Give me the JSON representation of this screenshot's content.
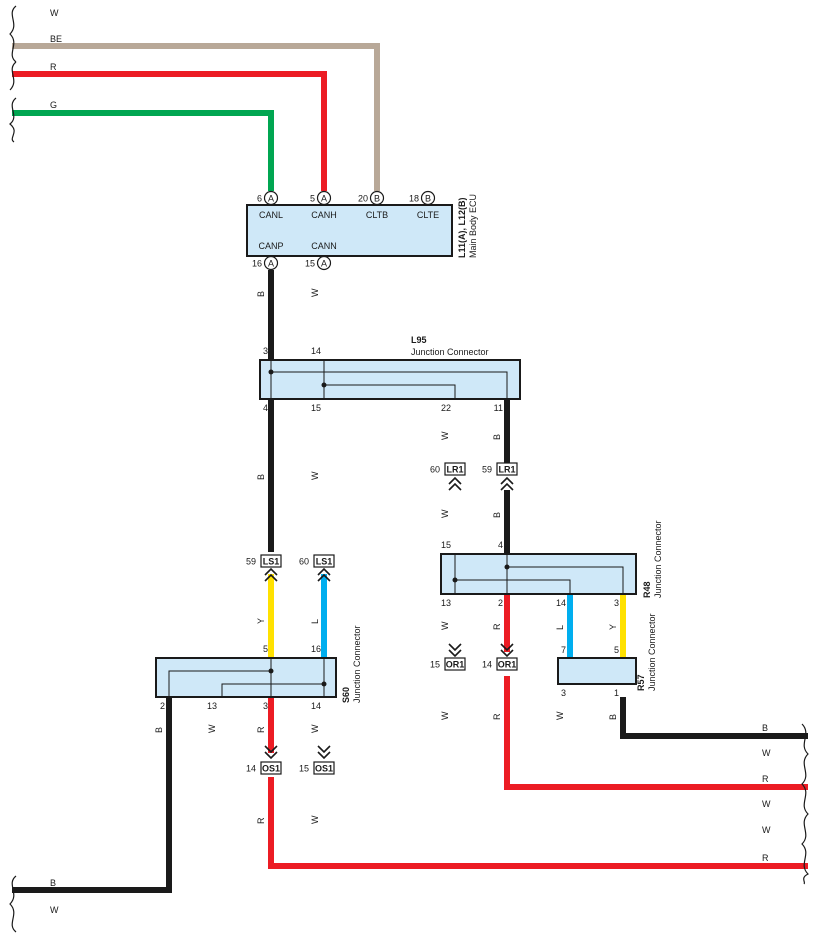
{
  "colors": {
    "W": "#ffffff",
    "BE": "#b8a898",
    "R": "#ec1c24",
    "G": "#00a651",
    "B": "#1a1a1a",
    "Y": "#ffe100",
    "L": "#00aeef",
    "box_fill": "#cfe8f8"
  },
  "left_wires": [
    {
      "label": "W"
    },
    {
      "label": "BE"
    },
    {
      "label": "R"
    },
    {
      "label": "G"
    }
  ],
  "ecu": {
    "name": "L11(A), L12(B)",
    "subtitle": "Main Body ECU",
    "top_pins": [
      {
        "num": "6",
        "conn": "A",
        "signal": "CANL"
      },
      {
        "num": "5",
        "conn": "A",
        "signal": "CANH"
      },
      {
        "num": "20",
        "conn": "B",
        "signal": "CLTB"
      },
      {
        "num": "18",
        "conn": "B",
        "signal": "CLTE"
      }
    ],
    "bottom_pins": [
      {
        "num": "16",
        "conn": "A",
        "signal": "CANP"
      },
      {
        "num": "15",
        "conn": "A",
        "signal": "CANN"
      }
    ]
  },
  "l95": {
    "name": "L95",
    "subtitle": "Junction Connector",
    "top_pins": [
      "3",
      "14"
    ],
    "bottom_pins": [
      "4",
      "15",
      "22",
      "11"
    ]
  },
  "r48": {
    "name": "R48",
    "subtitle": "Junction Connector",
    "top_pins": [
      "15",
      "4"
    ],
    "bottom_pins": [
      "13",
      "2",
      "14",
      "3"
    ]
  },
  "s60": {
    "name": "S60",
    "subtitle": "Junction Connector",
    "top_pins": [
      "5",
      "16"
    ],
    "bottom_pins": [
      "2",
      "13",
      "3",
      "14"
    ]
  },
  "r57": {
    "name": "R57",
    "subtitle": "Junction Connector",
    "top_pins": [
      "7",
      "5"
    ],
    "bottom_pins": [
      "3",
      "1"
    ]
  },
  "inline": {
    "lr1_a": {
      "num": "60",
      "tag": "LR1"
    },
    "lr1_b": {
      "num": "59",
      "tag": "LR1"
    },
    "ls1_a": {
      "num": "59",
      "tag": "LS1"
    },
    "ls1_b": {
      "num": "60",
      "tag": "LS1"
    },
    "or1_a": {
      "num": "15",
      "tag": "OR1"
    },
    "or1_b": {
      "num": "14",
      "tag": "OR1"
    },
    "os1_a": {
      "num": "14",
      "tag": "OS1"
    },
    "os1_b": {
      "num": "15",
      "tag": "OS1"
    }
  },
  "segment_labels": {
    "ecu_l95_p16": "B",
    "ecu_l95_p15": "W",
    "l95_ls1_p4": "B",
    "l95_ls1_p15": "W",
    "l95_lr1_p22": "W",
    "l95_lr1_p11": "B",
    "lr1_r48_a": "W",
    "lr1_r48_b": "B",
    "ls1_s60_a": "Y",
    "ls1_s60_b": "L",
    "r48_or1_13": "W",
    "r48_or1_2": "R",
    "r48_r57_14": "L",
    "r48_r57_3": "Y",
    "or1_out_15": "W",
    "or1_out_14": "R",
    "r57_out_3": "W",
    "r57_out_1": "B",
    "s60_out_2": "B",
    "s60_out_13": "W",
    "s60_os1_3": "R",
    "s60_os1_14": "W",
    "os1_out_14": "R",
    "os1_out_15": "W"
  },
  "right_wires": [
    {
      "label": "B"
    },
    {
      "label": "W"
    },
    {
      "label": "R"
    },
    {
      "label": "W"
    },
    {
      "label": "W"
    },
    {
      "label": "R"
    }
  ],
  "bottom_left_wires": [
    {
      "label": "B"
    },
    {
      "label": "W"
    }
  ]
}
